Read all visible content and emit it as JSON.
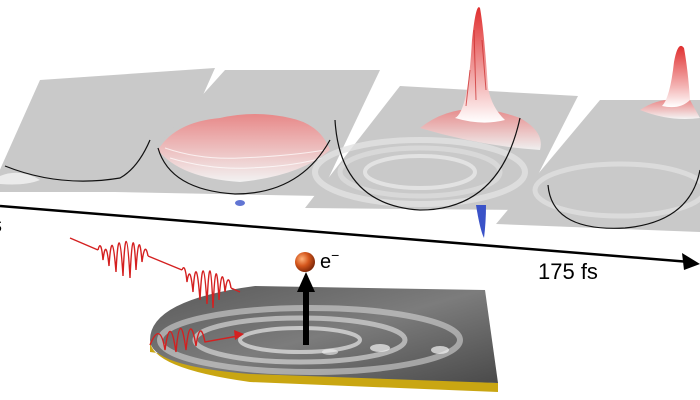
{
  "time_axis": {
    "start_label": "s",
    "end_label": "175 fs"
  },
  "electron": {
    "symbol": "e",
    "charge": "−"
  },
  "snapshots_count_visible": 4,
  "colors": {
    "panel": "#c9c9c9",
    "peak": "#e03a3a",
    "dip": "#3a52c8",
    "pulse": "#d42020",
    "electron": "#c8501a",
    "substrate_edge": "#c9a612",
    "axis": "#000000"
  }
}
